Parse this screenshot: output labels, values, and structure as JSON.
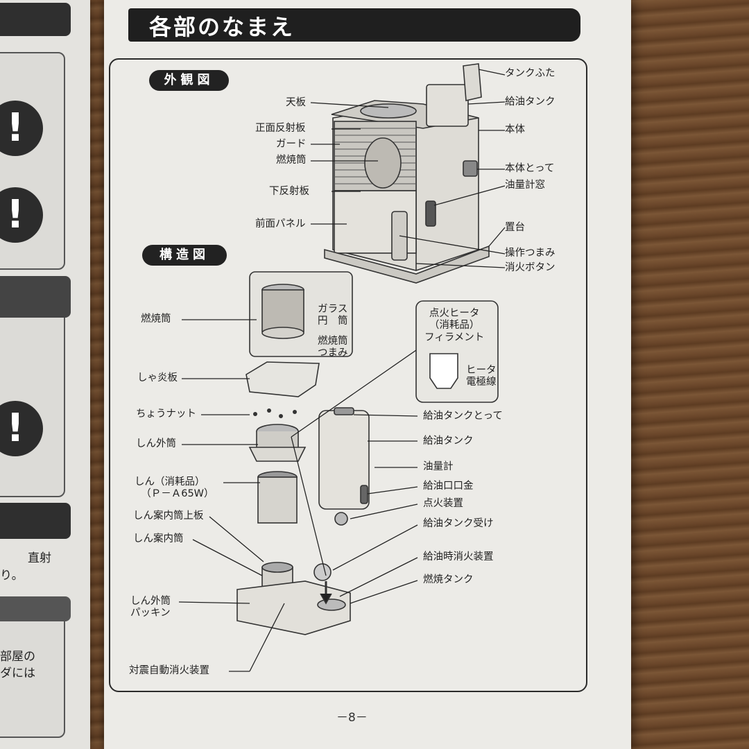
{
  "page_title": "各部のなまえ",
  "sections": {
    "exterior": "外観図",
    "structure": "構造図"
  },
  "exterior_labels": {
    "tank_cap": "タンクふた",
    "top_plate": "天板",
    "fuel_tank": "給油タンク",
    "front_reflector": "正面反射板",
    "body": "本体",
    "guard": "ガード",
    "combustion_tube": "燃焼筒",
    "body_handle": "本体とって",
    "lower_reflector": "下反射板",
    "fuel_gauge_window": "油量計窓",
    "front_panel": "前面パネル",
    "base": "置台",
    "control_knob": "操作つまみ",
    "extinguish_button": "消火ボタン"
  },
  "structure_labels": {
    "combustion_tube": "燃焼筒",
    "glass_cylinder_1": "ガラス",
    "glass_cylinder_2": "円　筒",
    "combustion_knob_1": "燃焼筒",
    "combustion_knob_2": "つまみ",
    "heater_1": "点火ヒータ",
    "heater_2": "（消耗品）",
    "heater_3": "フィラメント",
    "heater_line_1": "ヒータ",
    "heater_line_2": "電極線",
    "flame_shield": "しゃ炎板",
    "wing_nut": "ちょうナット",
    "tank_handle": "給油タンクとって",
    "outer_wick_tube": "しん外筒",
    "fuel_tank": "給油タンク",
    "fuel_gauge": "油量計",
    "wick_1": "しん（消耗品）",
    "wick_2": "（Ｐ－Ａ65W）",
    "fuel_cap": "給油口口金",
    "igniter": "点火装置",
    "wick_guide_top": "しん案内筒上板",
    "tank_receiver": "給油タンク受け",
    "wick_guide": "しん案内筒",
    "refuel_extinguisher": "給油時消火装置",
    "combustion_tank": "燃焼タンク",
    "outer_wick_1": "しん外筒",
    "outer_wick_2": "パッキン",
    "quake_shutoff": "対震自動消火装置"
  },
  "page_number": "－8－",
  "left_page": {
    "text1": "直射",
    "text2": "り。",
    "text3": "部屋の",
    "text4": "ダには"
  }
}
